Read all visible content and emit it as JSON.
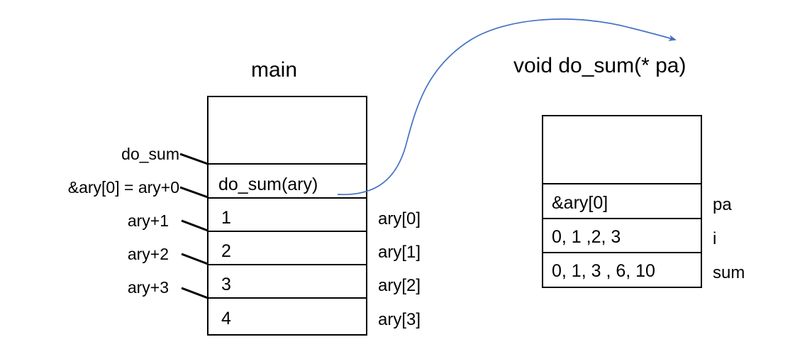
{
  "diagram": {
    "title_left": "main",
    "title_right": "void do_sum(* pa)",
    "arrow_color": "#4472C4",
    "line_color": "#000000",
    "background": "#ffffff"
  },
  "main_frame": {
    "cells": [
      {
        "value": "",
        "right_label": ""
      },
      {
        "value": "do_sum(ary)",
        "right_label": ""
      },
      {
        "value": "1",
        "right_label": "ary[0]"
      },
      {
        "value": "2",
        "right_label": "ary[1]"
      },
      {
        "value": "3",
        "right_label": "ary[2]"
      },
      {
        "value": "4",
        "right_label": "ary[3]"
      }
    ],
    "left_labels": [
      "do_sum",
      "&ary[0] = ary+0",
      "ary+1",
      "ary+2",
      "ary+3"
    ]
  },
  "callee_frame": {
    "cells": [
      {
        "value": "",
        "right_label": ""
      },
      {
        "value": "&ary[0]",
        "right_label": "pa"
      },
      {
        "value": "0, 1 ,2, 3",
        "right_label": "i"
      },
      {
        "value": "0, 1, 3 , 6, 10",
        "right_label": "sum"
      }
    ]
  }
}
